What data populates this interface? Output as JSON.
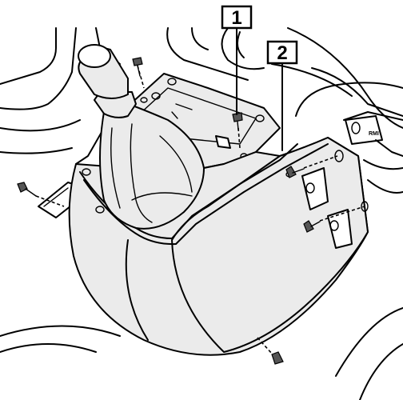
{
  "callouts": [
    {
      "label": "1"
    },
    {
      "label": "2"
    }
  ],
  "watermark": "RMI"
}
